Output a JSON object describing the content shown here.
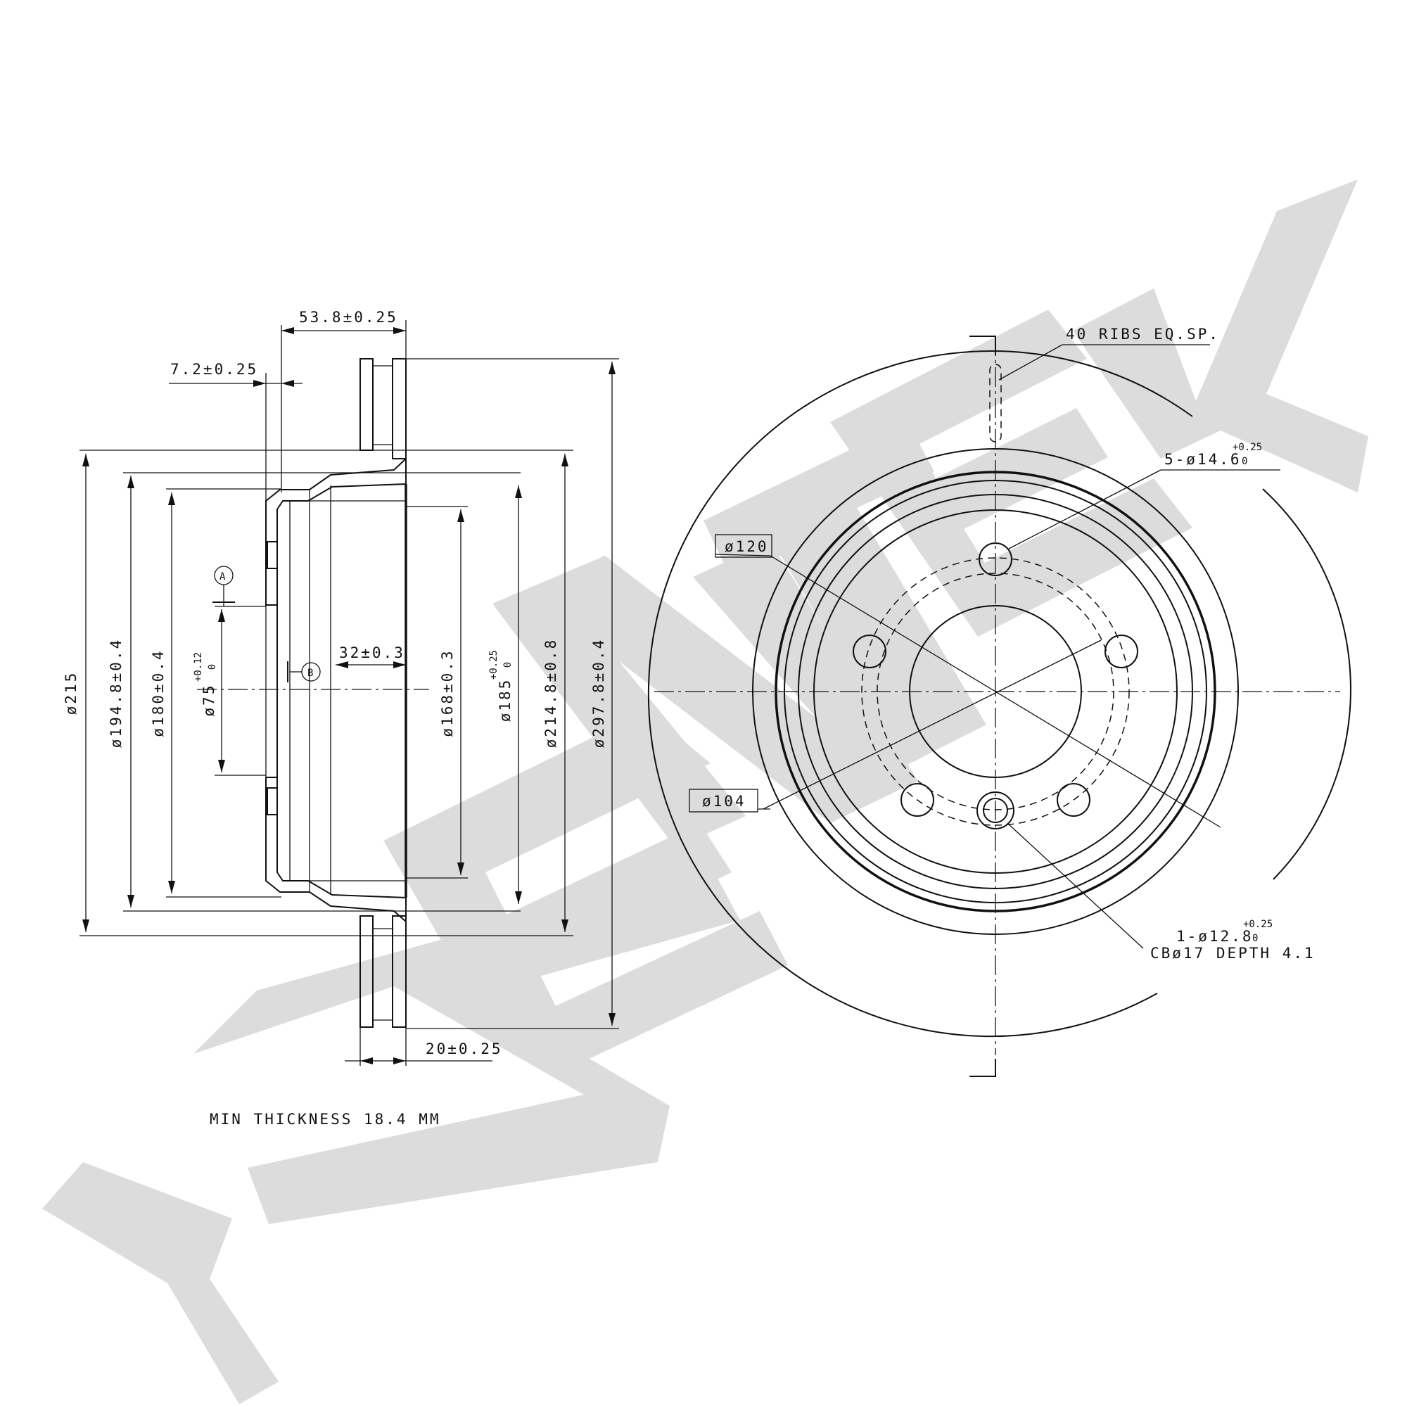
{
  "watermark": {
    "brand": "ZENTEK",
    "color": "#dcdcdc"
  },
  "side_view": {
    "dims": {
      "width_total": "53.8±0.25",
      "hat_offset": "7.2±0.25",
      "d215": "ø215",
      "d194": "ø194.8±0.4",
      "d180": "ø180±0.4",
      "d75": "ø75",
      "d75_tol": "+0.12",
      "d75_tol_low": "0",
      "hat_depth": "32±0.3",
      "d168": "ø168±0.3",
      "d185": "ø185",
      "d185_tol": "+0.25",
      "d185_tol_low": "0",
      "d214": "ø214.8±0.8",
      "d297": "ø297.8±0.4",
      "thickness": "20±0.25"
    },
    "datum_a": "A",
    "datum_b": "B",
    "note": "MIN THICKNESS 18.4 MM"
  },
  "front_view": {
    "ribs": "40 RIBS EQ.SP.",
    "holes": "5-ø14.6",
    "holes_tol": "+0.25",
    "holes_tol_low": "0",
    "pcd_outer": "ø120",
    "pcd_inner": "ø104",
    "center_hole": "1-ø12.8",
    "center_hole_tol": "+0.25",
    "center_hole_tol_low": "0",
    "counterbore": "CBø17 DEPTH 4.1"
  }
}
